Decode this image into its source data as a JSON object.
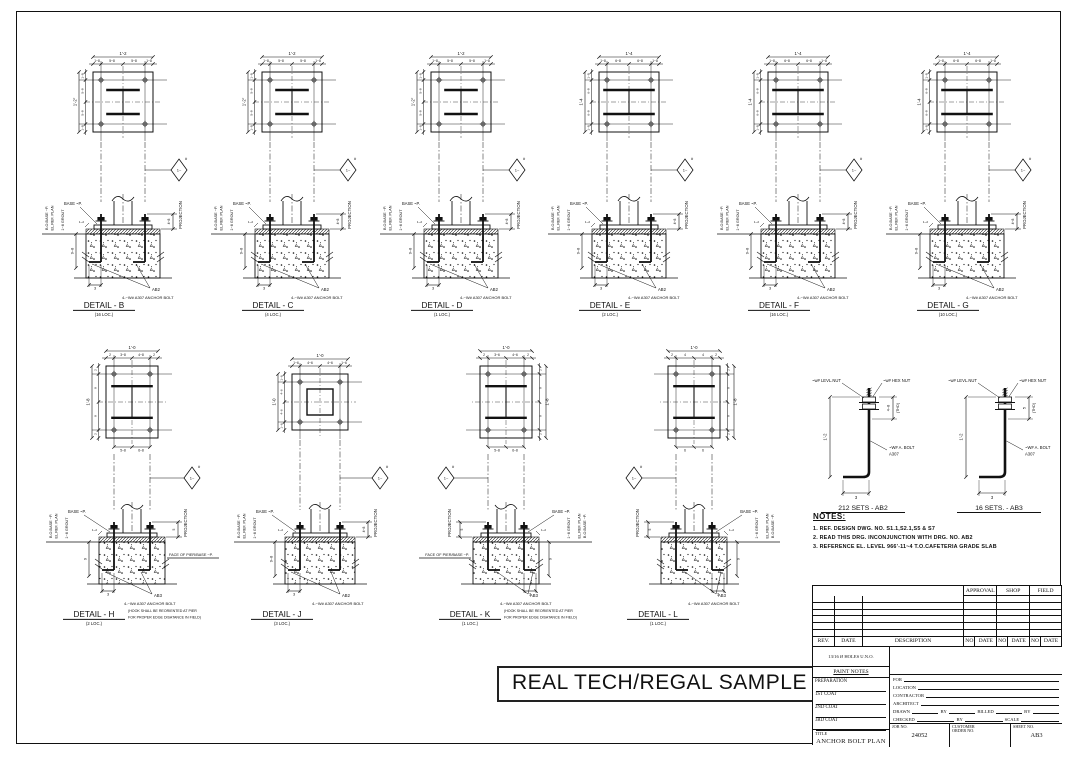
{
  "sheet": {
    "stamp": "REAL TECH/REGAL SAMPLE"
  },
  "notes": {
    "heading": "NOTES:",
    "items": [
      "1. REF. DESIGN DWG. NO. S1.1,S2.1,S5 & S7",
      "2. READ THIS DRG. INCONJUNCTION WITH DRG. NO. AB2",
      "3. REFERENCE EL. LEVEL 966'-11~4 T.O.CAFETERIA GRADE SLAB"
    ]
  },
  "common_labels": {
    "base_plate": "BASE ~P.",
    "bo_base": "B.O.BASE ~P.",
    "el_ref": "EL.REF. PLAN",
    "grout": "1~8 GROUT",
    "projection": "PROJECTION",
    "bolt_note": "4-~W# A307 ANCHOR BOLT",
    "marker": "1~",
    "marker_suffix": "#"
  },
  "details": [
    {
      "id": "B",
      "title": "DETAIL - B",
      "loc": "(16 LOC.)",
      "row": "top",
      "column": "H",
      "bolt_mark": "AB2",
      "plan": {
        "width": "1'-2",
        "height": "1'-2\"",
        "top_segs": [
          "1~8",
          "5~8",
          "5~8",
          "1~8"
        ],
        "side_segs": [
          "1~8",
          "5~8",
          "5~8",
          "1~8"
        ]
      },
      "dims": {
        "grout": "1~2",
        "embed": "9~8",
        "hook": "3",
        "projection": "4~8"
      }
    },
    {
      "id": "C",
      "title": "DETAIL - C",
      "loc": "(4 LOC.)",
      "row": "top",
      "column": "H",
      "bolt_mark": "AB2",
      "plan": {
        "width": "1'-2",
        "height": "1'-2\"",
        "top_segs": [
          "1~8",
          "5~8",
          "5~8",
          "1~8"
        ],
        "side_segs": [
          "1~8",
          "5~8",
          "5~8",
          "1~8"
        ]
      },
      "dims": {
        "grout": "1~2",
        "embed": "9~8",
        "hook": "3",
        "projection": "4~8"
      }
    },
    {
      "id": "D",
      "title": "DETAIL - D",
      "loc": "(1 LOC.)",
      "row": "top",
      "column": "H",
      "bolt_mark": "AB2",
      "plan": {
        "width": "1'-2",
        "height": "1'-2\"",
        "top_segs": [
          "1~8",
          "5~8",
          "5~8",
          "1~8"
        ],
        "side_segs": [
          "1~8",
          "5~8",
          "5~8",
          "1~8"
        ]
      },
      "dims": {
        "grout": "1~2",
        "embed": "9~8",
        "hook": "3",
        "projection": "4~8"
      }
    },
    {
      "id": "E",
      "title": "DETAIL - E",
      "loc": "(2 LOC.)",
      "row": "top",
      "column": "H-wide",
      "bolt_mark": "AB2",
      "plan": {
        "width": "1'-4",
        "height": "1'-4",
        "top_segs": [
          "1~8",
          "6~8",
          "6~8",
          "1~8"
        ],
        "side_segs": [
          "1~8",
          "6~8",
          "6~8",
          "1~8"
        ]
      },
      "dims": {
        "grout": "1~2",
        "embed": "9~8",
        "hook": "3",
        "projection": "4~8"
      }
    },
    {
      "id": "F",
      "title": "DETAIL - F",
      "loc": "(16 LOC.)",
      "row": "top",
      "column": "H-wide",
      "bolt_mark": "AB2",
      "plan": {
        "width": "1'-4",
        "height": "1'-4",
        "top_segs": [
          "1~8",
          "6~8",
          "6~8",
          "1~8"
        ],
        "side_segs": [
          "1~8",
          "6~8",
          "6~8",
          "1~8"
        ]
      },
      "dims": {
        "grout": "1~2",
        "embed": "9~8",
        "hook": "3",
        "projection": "4~8"
      }
    },
    {
      "id": "G",
      "title": "DETAIL - G",
      "loc": "(10 LOC.)",
      "row": "top",
      "column": "H-wide",
      "bolt_mark": "AB2",
      "plan": {
        "width": "1'-4",
        "height": "1'-4",
        "top_segs": [
          "1~8",
          "6~8",
          "6~8",
          "1~8"
        ],
        "side_segs": [
          "1~8",
          "6~8",
          "6~8",
          "1~8"
        ]
      },
      "dims": {
        "grout": "1~2",
        "embed": "9~8",
        "hook": "3",
        "projection": "4~8"
      }
    },
    {
      "id": "H",
      "title": "DETAIL - H",
      "loc": "(2 LOC.)",
      "row": "bottom",
      "column": "H-tall",
      "bolt_mark": "AB3",
      "plan": {
        "width": "1'-0",
        "height": "1'-8",
        "top_segs": [
          "2",
          "3~8",
          "4~8",
          "2"
        ],
        "side_segs": [
          "2",
          "8",
          "8",
          "2"
        ],
        "bottom_segs": [
          "5~8",
          "6~8"
        ]
      },
      "dims": {
        "grout": "1~2",
        "embed": "9",
        "hook": "3",
        "projection": "5"
      },
      "face_label": "FACE OF PIER/BASE ~P.",
      "hook_note": [
        "(HOOK SHALL BE REORIENTED AT PIER",
        "FOR PROPER EDGE DISATANCE IN FIELD)"
      ]
    },
    {
      "id": "J",
      "title": "DETAIL - J",
      "loc": "(3 LOC.)",
      "row": "bottom",
      "column": "tube",
      "bolt_mark": "AB2",
      "plan": {
        "width": "1'-0",
        "height": "1'-0",
        "top_segs": [
          "1~6",
          "4~6",
          "4~6",
          "1~6"
        ],
        "side_segs": [
          "1~6",
          "4~6",
          "4~6",
          "1~6"
        ]
      },
      "dims": {
        "grout": "1~2",
        "embed": "9~8",
        "hook": "3",
        "projection": "4~8"
      }
    },
    {
      "id": "K",
      "title": "DETAIL - K",
      "loc": "(1 LOC.)",
      "row": "bottom",
      "column": "H-tall",
      "bolt_mark": "AB3",
      "mirrored": true,
      "plan": {
        "width": "1'-0",
        "height": "1'-8",
        "top_segs": [
          "2",
          "4~6",
          "3~6",
          "2"
        ],
        "side_segs": [
          "2",
          "8",
          "8",
          "2"
        ],
        "bottom_segs": [
          "6~8",
          "5~8"
        ]
      },
      "dims": {
        "grout": "1~2",
        "embed": "9",
        "hook": "3",
        "projection": "5"
      },
      "face_label": "FACE OF PIER/BASE ~P.",
      "hook_note": [
        "(HOOK SHALL BE REORIENTED AT PIER",
        "FOR PROPER EDGE DISATANCE IN FIELD)"
      ]
    },
    {
      "id": "L",
      "title": "DETAIL - L",
      "loc": "(1 LOC.)",
      "row": "bottom",
      "column": "H-tall",
      "bolt_mark": "AB3",
      "mirrored": true,
      "plan": {
        "width": "1'-0",
        "height": "1'-8",
        "top_segs": [
          "2",
          "4",
          "4",
          "2"
        ],
        "side_segs": [
          "2",
          "8",
          "8",
          "2"
        ],
        "bottom_segs": [
          "6",
          "6"
        ]
      },
      "dims": {
        "grout": "1~2",
        "embed": "9",
        "hook": "3",
        "projection": "5"
      }
    }
  ],
  "bolt_details": [
    {
      "id": "AB2",
      "title": "212 SETS - AB2",
      "levl_nut": "~w# LEVL.NUT",
      "hex_nut": "~w# HEX NUT",
      "bolt_label": "~W# A. BOLT",
      "bolt_spec": "A307",
      "length": "1'-2",
      "thread": "4~8",
      "thread_note": "(THD)",
      "hook": "3"
    },
    {
      "id": "AB3",
      "title": "16 SETS. - AB3",
      "levl_nut": "~w# LEVL.NUT",
      "hex_nut": "~w# HEX NUT",
      "bolt_label": "~W# A. BOLT",
      "bolt_spec": "A307",
      "length": "1'-2",
      "thread": "5",
      "thread_note": "(THD)",
      "hook": "3"
    }
  ],
  "title_block": {
    "approval": "APPROVAL",
    "shop": "SHOP",
    "field": "FIELD",
    "rev": "REV.",
    "date": "DATE",
    "description": "DESCRIPTION",
    "no": "NO",
    "holes_note": "13/16 Ø HOLES U.N.O.",
    "paint_notes": "PAINT NOTES",
    "paint_rows": [
      "PREPARATION",
      "1ST COAT",
      "2ND COAT",
      "3RD COAT"
    ],
    "for_label": "FOR",
    "location": "LOCATION",
    "contractor": "CONTRACTOR",
    "architect": "ARCHITECT",
    "drawn": "DRAWN",
    "by": "BY",
    "billed": "BILLED",
    "checked": "CHECKED",
    "scale": "SCALE",
    "title_label": "TITLE",
    "title": "ANCHOR BOLT PLAN",
    "job_label": "JOB NO.",
    "job_no": "24052",
    "customer_label": "CUSTOMER ORDER NO.",
    "sheet_label": "SHEET NO.",
    "sheet_no": "AB3"
  }
}
